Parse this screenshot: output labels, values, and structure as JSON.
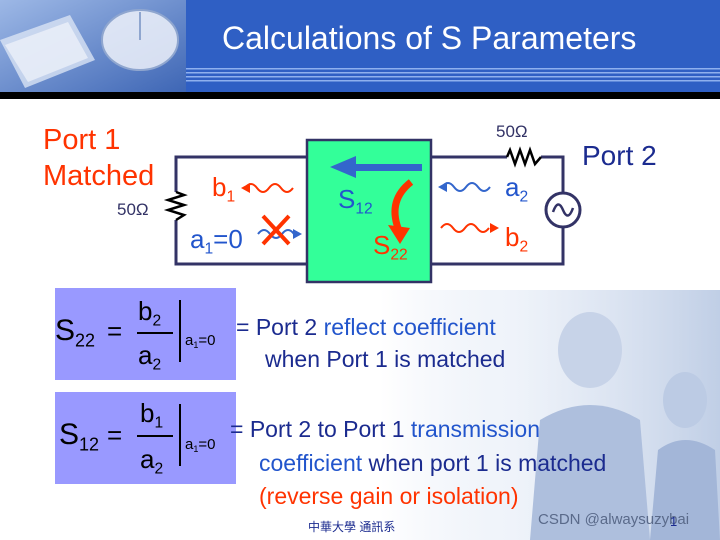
{
  "title": "Calculations of S Parameters",
  "circuit": {
    "port1_line1": "Port 1",
    "port1_line2": "Matched",
    "port2": "Port 2",
    "r_left": "50Ω",
    "r_top": "50Ω",
    "b1": "b",
    "b1_sub": "1",
    "a1": "a",
    "a1_sub": "1",
    "a1_val": "=0",
    "s12": "S",
    "s12_sub": "12",
    "s22": "S",
    "s22_sub": "22",
    "a2": "a",
    "a2_sub": "2",
    "b2": "b",
    "b2_sub": "2"
  },
  "formula1": {
    "lhs": "S",
    "lhs_sub": "22",
    "eq": "=",
    "num": "b",
    "num_sub": "2",
    "den": "a",
    "den_sub": "2",
    "cond": "a",
    "cond_sub": "1",
    "cond_val": "=0",
    "desc_a": "= Port 2 ",
    "desc_b": "reflect coefficient",
    "desc_c": "when Port 1 is matched"
  },
  "formula2": {
    "lhs": "S",
    "lhs_sub": "12",
    "eq": "=",
    "num": "b",
    "num_sub": "1",
    "den": "a",
    "den_sub": "2",
    "cond": "a",
    "cond_sub": "1",
    "cond_val": "=0",
    "desc_a": "= Port 2 to Port 1 ",
    "desc_b": "transmission",
    "desc_c": "coefficient",
    "desc_d": " when port 1 is matched",
    "desc_e": "(reverse gain or isolation)"
  },
  "footer": {
    "school": "中華大學 通訊系",
    "watermark": "CSDN @alwaysuzybai",
    "page": "1"
  },
  "colors": {
    "title_bar": "#2f5fc4",
    "two_port_box": "#33ff99",
    "formula_box": "#9999ff",
    "red": "#ff3300",
    "blue": "#2255cc"
  }
}
